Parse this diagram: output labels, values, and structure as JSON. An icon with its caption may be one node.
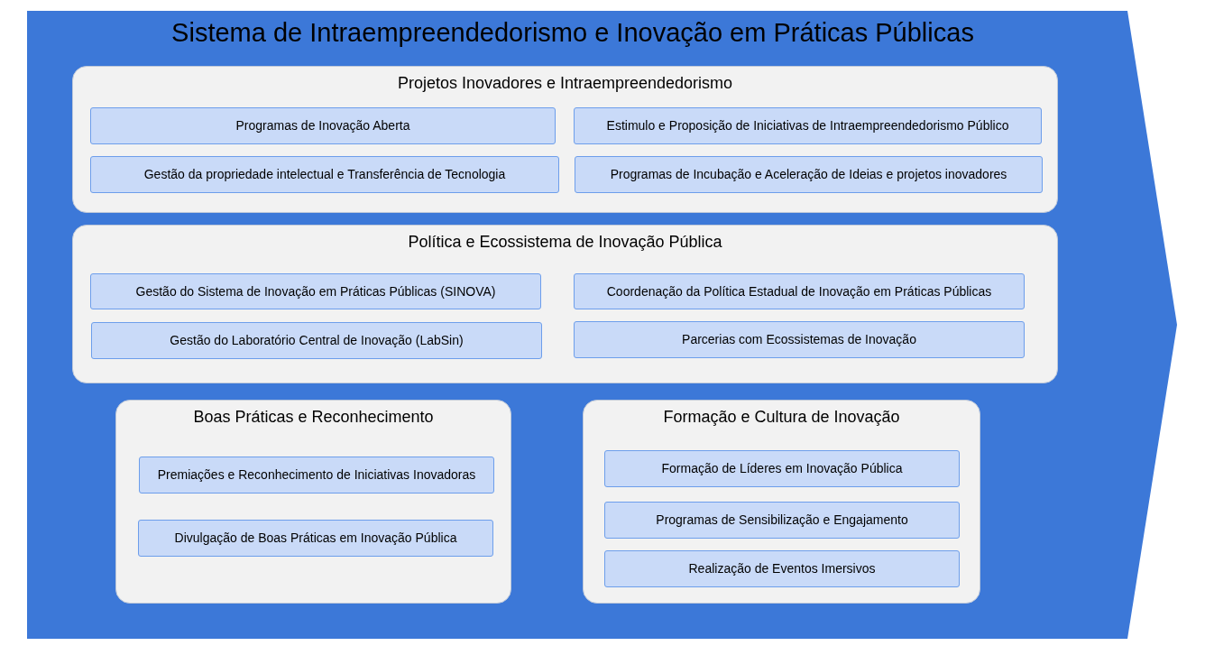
{
  "diagram": {
    "title": "Sistema de Intraempreendedorismo e Inovação em Práticas Públicas",
    "nodes": [
      {
        "text": [],
        "shape": "chevron"
      },
      {
        "text": [
          "Projetos Inovadores e Intraempreendedorismo"
        ],
        "in": 0
      },
      {
        "text": [
          "Programas de Inovação Aberta"
        ],
        "in": 1
      },
      {
        "text": [
          "Estimulo e Proposição de Iniciativas de Intraempreendedorismo Público"
        ],
        "in": 1
      },
      {
        "text": [
          "Gestão da propriedade intelectual e Transferência de Tecnologia"
        ],
        "in": 1
      },
      {
        "text": [
          "Programas de Incubação e Aceleração de Ideias e projetos inovadores"
        ],
        "in": 1
      },
      {
        "text": [
          "Política e Ecossistema de Inovação Pública"
        ],
        "in": 0
      },
      {
        "text": [
          "Gestão do Sistema de Inovação em Práticas Públicas (SINOVA)"
        ],
        "in": 6
      },
      {
        "text": [
          "Coordenação da Política Estadual de Inovação em Práticas Públicas"
        ],
        "in": 6
      },
      {
        "text": [
          "Gestão do Laboratório Central de Inovação (LabSin)"
        ],
        "in": 6
      },
      {
        "text": [
          "Parcerias com Ecossistemas de Inovação"
        ],
        "in": 6
      },
      {
        "text": [
          "Boas Práticas e Reconhecimento"
        ],
        "in": 0
      },
      {
        "text": [
          "Premiações e Reconhecimento de Iniciativas Inovadoras"
        ],
        "in": 11
      },
      {
        "text": [
          "Divulgação de Boas Práticas em Inovação Pública"
        ],
        "in": 11
      },
      {
        "text": [
          "Formação e Cultura de Inovação"
        ],
        "in": 0
      },
      {
        "text": [
          "Formação de Líderes em Inovação Pública"
        ],
        "in": 14
      },
      {
        "text": [
          "Programas de Sensibilização e Engajamento"
        ],
        "in": 14
      },
      {
        "text": [
          "Realização de Eventos Imersivos"
        ],
        "in": 14
      }
    ]
  }
}
